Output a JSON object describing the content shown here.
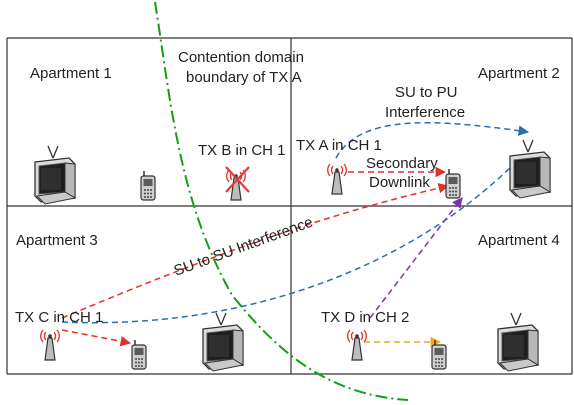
{
  "rooms": {
    "apartment_1": "Apartment 1",
    "apartment_2": "Apartment 2",
    "apartment_3": "Apartment 3",
    "apartment_4": "Apartment 4"
  },
  "labels": {
    "contention_line1": "Contention domain",
    "contention_line2": "boundary of TX A",
    "tx_a": "TX A in CH 1",
    "tx_b": "TX B in CH 1",
    "tx_c": "TX C in CH 1",
    "tx_d": "TX D in CH 2",
    "secondary_line1": "Secondary",
    "secondary_line2": "Downlink",
    "su_pu_line1": "SU to PU",
    "su_pu_line2": "Interference",
    "su_su": "SU to SU Interference"
  },
  "colors": {
    "wall": "#333333",
    "boundary": "#12a012",
    "red_link": "#e0302a",
    "blue_link": "#2a6db5",
    "purple_link": "#7a35b0",
    "orange_link": "#f0a81e",
    "cross": "#e23a3a"
  },
  "icons": {
    "tv": "tv-icon",
    "phone": "phone-icon",
    "transmitter": "transmitter-icon",
    "cross": "cross-icon"
  }
}
